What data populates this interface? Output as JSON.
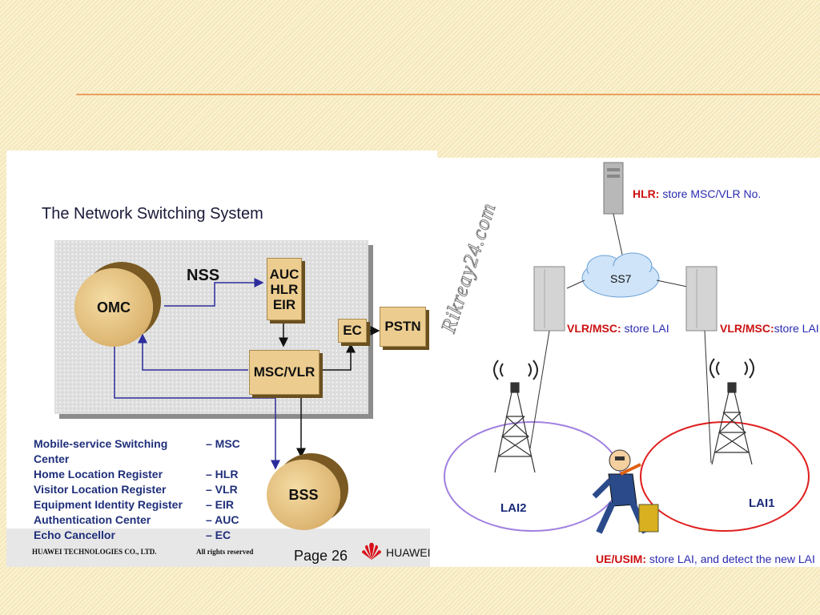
{
  "left": {
    "title": "The Network Switching System",
    "nss_label": "NSS",
    "nodes": {
      "omc": "OMC",
      "auc": "AUC",
      "hlr": "HLR",
      "eir": "EIR",
      "ec": "EC",
      "pstn": "PSTN",
      "msc_vlr": "MSC/VLR",
      "bss": "BSS"
    },
    "legend": [
      {
        "name": "Mobile-service Switching Center",
        "abbr": "– MSC"
      },
      {
        "name": "Home Location Register",
        "abbr": "– HLR"
      },
      {
        "name": "Visitor Location Register",
        "abbr": "– VLR"
      },
      {
        "name": "Equipment Identity Register",
        "abbr": "– EIR"
      },
      {
        "name": "Authentication Center",
        "abbr": "– AUC"
      },
      {
        "name": "Echo Cancellor",
        "abbr": "– EC"
      }
    ],
    "footer": {
      "company": "HUAWEI TECHNOLOGIES CO., LTD.",
      "rights": "All rights reserved",
      "page": "Page 26",
      "brand": "HUAWEI"
    }
  },
  "right": {
    "hlr": {
      "bold": "HLR:",
      "rest": " store MSC/VLR No."
    },
    "cloud": "SS7",
    "vlr_left": {
      "bold": "VLR/MSC:",
      "rest": " store LAI"
    },
    "vlr_right": {
      "bold": "VLR/MSC:",
      "rest": "store LAI"
    },
    "lai2": "LAI2",
    "lai1": "LAI1",
    "ue": {
      "bold": "UE/USIM:",
      "rest": " store LAI, and detect the new LAI"
    },
    "watermark": "Rikreay24.com"
  },
  "colors": {
    "arrow": "#2c2c9c",
    "lai2_ring": "#a080e0",
    "lai1_ring": "#e02020",
    "label_blue": "#2a2ab0",
    "label_red": "#cc1010"
  }
}
